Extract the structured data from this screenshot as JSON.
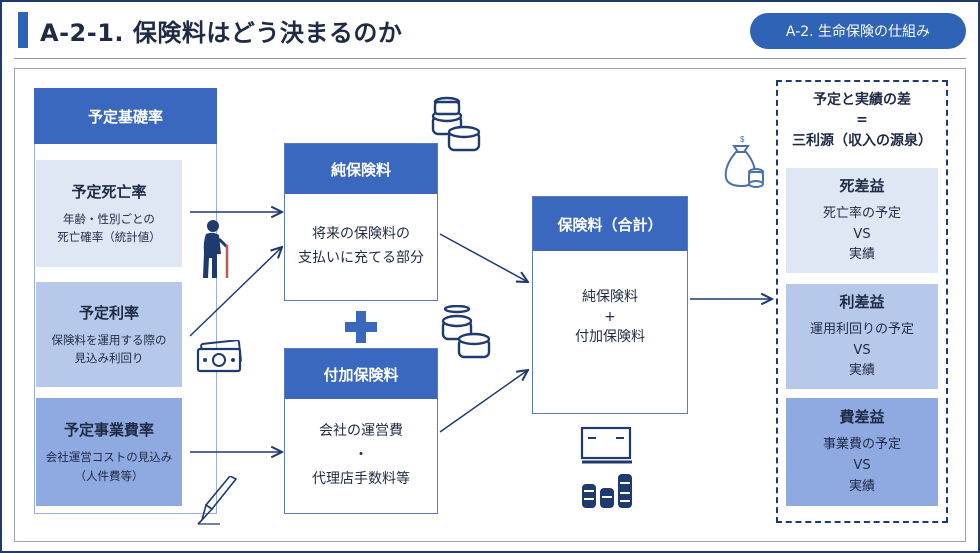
{
  "header": {
    "title": "A-2-1. 保険料はどう決まるのか",
    "section": "A-2. 生命保険の仕組み"
  },
  "left": {
    "header": "予定基礎率",
    "items": [
      {
        "title": "予定死亡率",
        "desc1": "年齢・性別ごとの",
        "desc2": "死亡確率（統計値）"
      },
      {
        "title": "予定利率",
        "desc1": "保険料を運用する際の",
        "desc2": "見込み利回り"
      },
      {
        "title": "予定事業費率",
        "desc1": "会社運営コストの見込み",
        "desc2": "（人件費等）"
      }
    ]
  },
  "middle": {
    "pure": {
      "header": "純保険料",
      "line1": "将来の保険料の",
      "line2": "支払いに充てる部分"
    },
    "loading": {
      "header": "付加保険料",
      "line1": "会社の運営費",
      "line2": "・",
      "line3": "代理店手数料等"
    }
  },
  "total": {
    "header": "保険料（合計）",
    "line1": "純保険料",
    "line2": "+",
    "line3": "付加保険料"
  },
  "right": {
    "head1": "予定と実績の差",
    "head2": "=",
    "head3": "三利源（収入の源泉）",
    "items": [
      {
        "title": "死差益",
        "line1": "死亡率の予定",
        "line2": "VS",
        "line3": "実績"
      },
      {
        "title": "利差益",
        "line1": "運用利回りの予定",
        "line2": "VS",
        "line3": "実績"
      },
      {
        "title": "費差益",
        "line1": "事業費の予定",
        "line2": "VS",
        "line3": "実績"
      }
    ]
  },
  "icons": [
    "elderly-person-icon",
    "banknote-icon",
    "fountain-pen-icon",
    "coin-stack-icon",
    "money-bag-icon",
    "cash-and-coins-icon"
  ],
  "colors": {
    "accent": "#3a68bf",
    "navy": "#1f3a6e",
    "light": "#dfe7f5",
    "mid": "#b7c9ea",
    "deep": "#8eaae0"
  }
}
